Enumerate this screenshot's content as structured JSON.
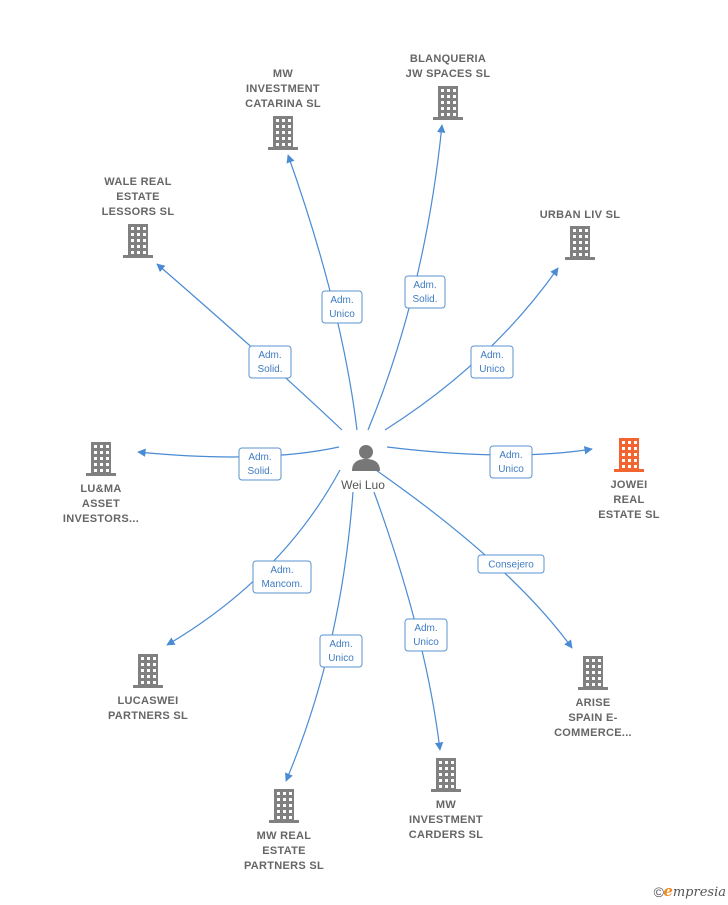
{
  "colors": {
    "edge": "#4a8bd4",
    "building": "#808080",
    "highlight": "#f26530",
    "role_border": "#5b93d1"
  },
  "center": {
    "label": "Wei Luo",
    "icon": "person-icon"
  },
  "companies": [
    {
      "id": "mw-investment-catarina",
      "lines": [
        "MW",
        "INVESTMENT",
        "CATARINA  SL"
      ],
      "role": [
        "Adm.",
        "Unico"
      ],
      "highlight": false
    },
    {
      "id": "blanqueria-jw-spaces",
      "lines": [
        "BLANQUERIA",
        "JW SPACES  SL"
      ],
      "role": [
        "Adm.",
        "Solid."
      ],
      "highlight": false
    },
    {
      "id": "wale-real-estate-lessors",
      "lines": [
        "WALE REAL",
        "ESTATE",
        "LESSORS  SL"
      ],
      "role": [
        "Adm.",
        "Solid."
      ],
      "highlight": false
    },
    {
      "id": "urban-liv",
      "lines": [
        "URBAN LIV  SL"
      ],
      "role": [
        "Adm.",
        "Unico"
      ],
      "highlight": false
    },
    {
      "id": "luma-asset-investors",
      "lines": [
        "LU&MA",
        "ASSET",
        "INVESTORS..."
      ],
      "role": [
        "Adm.",
        "Solid."
      ],
      "highlight": false
    },
    {
      "id": "jowei-real-estate",
      "lines": [
        "JOWEI",
        "REAL",
        "ESTATE  SL"
      ],
      "role": [
        "Adm.",
        "Unico"
      ],
      "highlight": true
    },
    {
      "id": "lucaswei-partners",
      "lines": [
        "LUCASWEI",
        "PARTNERS  SL"
      ],
      "role": [
        "Adm.",
        "Mancom."
      ],
      "highlight": false
    },
    {
      "id": "arise-spain-ecommerce",
      "lines": [
        "ARISE",
        "SPAIN E-",
        "COMMERCE..."
      ],
      "role": [
        "Consejero"
      ],
      "highlight": false
    },
    {
      "id": "mw-real-estate-partners",
      "lines": [
        "MW REAL",
        "ESTATE",
        "PARTNERS  SL"
      ],
      "role": [
        "Adm.",
        "Unico"
      ],
      "highlight": false
    },
    {
      "id": "mw-investment-carders",
      "lines": [
        "MW",
        "INVESTMENT",
        "CARDERS  SL"
      ],
      "role": [
        "Adm.",
        "Unico"
      ],
      "highlight": false
    }
  ],
  "footer": {
    "copyright": "©",
    "brand_initial": "e",
    "brand_rest": "mpresia"
  }
}
